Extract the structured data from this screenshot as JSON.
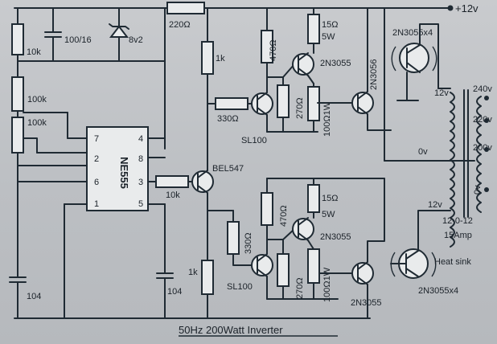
{
  "title": "50Hz 200Watt Inverter",
  "supply": "+12v",
  "ic": {
    "name": "NE555",
    "pins": {
      "p7": "7",
      "p4": "4",
      "p8": "8",
      "p6": "6",
      "p2": "2",
      "p3": "3",
      "p1": "1",
      "p5": "5"
    }
  },
  "labels": {
    "r_top_left": "10k",
    "c_top": "100/16",
    "zener": "8v2",
    "r_top_series": "220Ω",
    "r_100k_a": "100k",
    "r_100k_b": "100k",
    "r_1k_upper": "1k",
    "r_1k_lower": "1k",
    "bel_transistor": "BEL547",
    "r_base_10k": "10k",
    "cap_left": "104",
    "cap_right": "104",
    "r_470_upper": "470Ω",
    "r_470_lower": "470Ω",
    "r_330_upper": "330Ω",
    "r_330_lower": "330Ω",
    "sl100_upper": "SL100",
    "sl100_lower": "SL100",
    "r_270_upper": "270Ω",
    "r_270_lower": "270Ω",
    "r_15_upper": "15Ω",
    "r_15_upper_w": "5W",
    "r_15_lower": "15Ω",
    "r_15_lower_w": "5W",
    "t_2n3055_upper": "2N3055",
    "t_2n3055_lower": "2N3055",
    "r_100_upper": "100Ω1W",
    "r_100_lower": "100Ω1W",
    "t_2n3056_vert": "2N3056",
    "t_2n3055_bottom": "2N3055",
    "power_top": "2N3055x4",
    "power_bottom": "2N3055x4",
    "heat_sink": "Heat sink",
    "tap_12v_top": "12v",
    "tap_0v": "0v",
    "tap_12v_bottom": "12v",
    "out_240": "240v",
    "out_220": "220v",
    "out_200": "200v",
    "out_0": "0v",
    "xfmr_rating": "12-0-12",
    "xfmr_amp": "15Amp"
  },
  "colors": {
    "ink": "#1f2a33",
    "paper": "#c5c8cb"
  }
}
